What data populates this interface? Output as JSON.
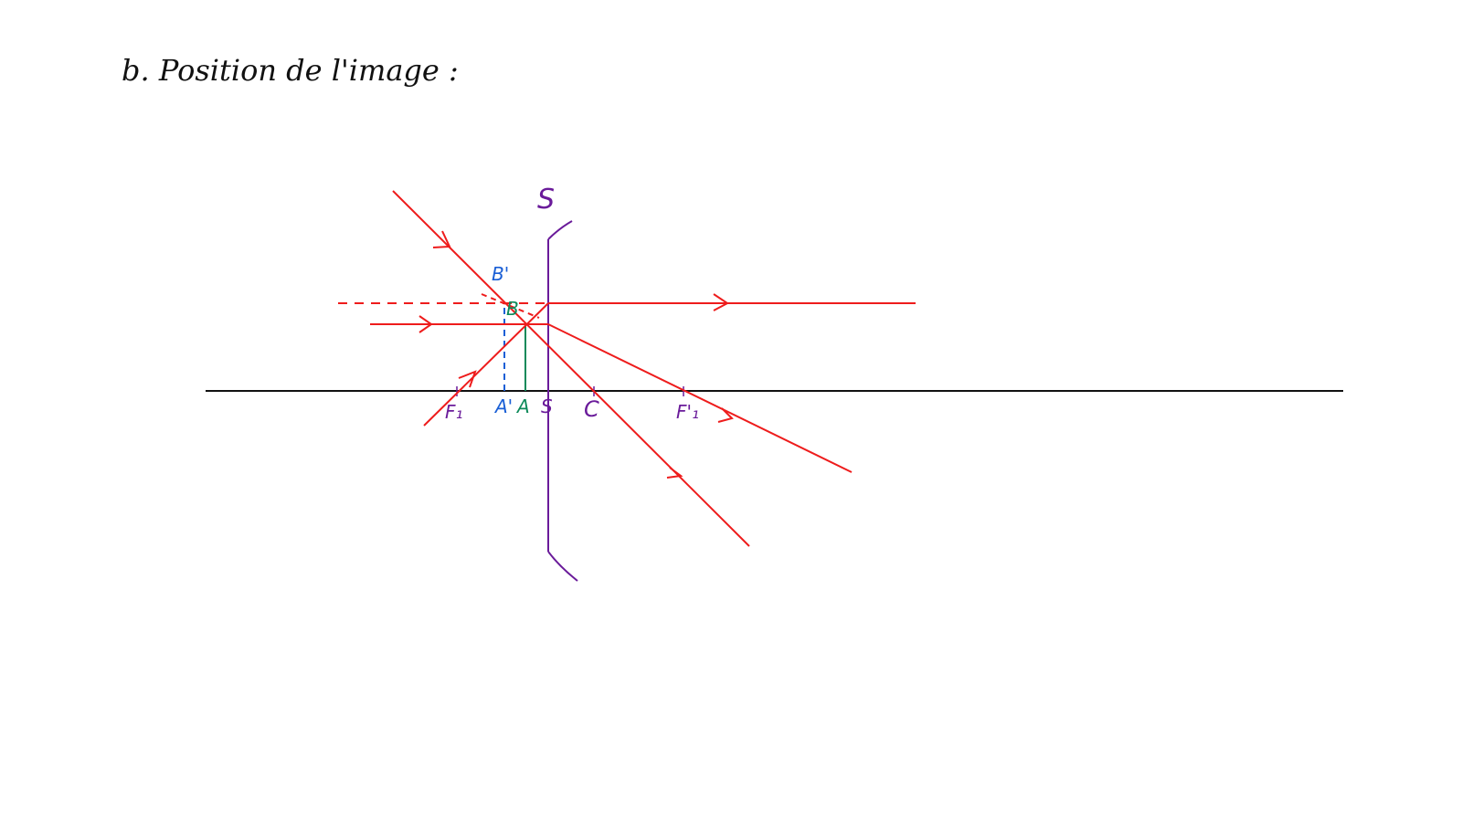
{
  "heading": "b. Position de l'image :",
  "labels": {
    "mirror": "S",
    "b_prime": "B'",
    "b": "B",
    "f1": "F₁",
    "a_prime": "A'",
    "a": "A",
    "s": "S",
    "c": "C",
    "f1_prime": "F'₁"
  },
  "colors": {
    "ray": "#ee1c1c",
    "mirror": "#6a1b9a",
    "axis": "#111111",
    "object": "#0d8a5a",
    "image": "#1a5fd6"
  }
}
